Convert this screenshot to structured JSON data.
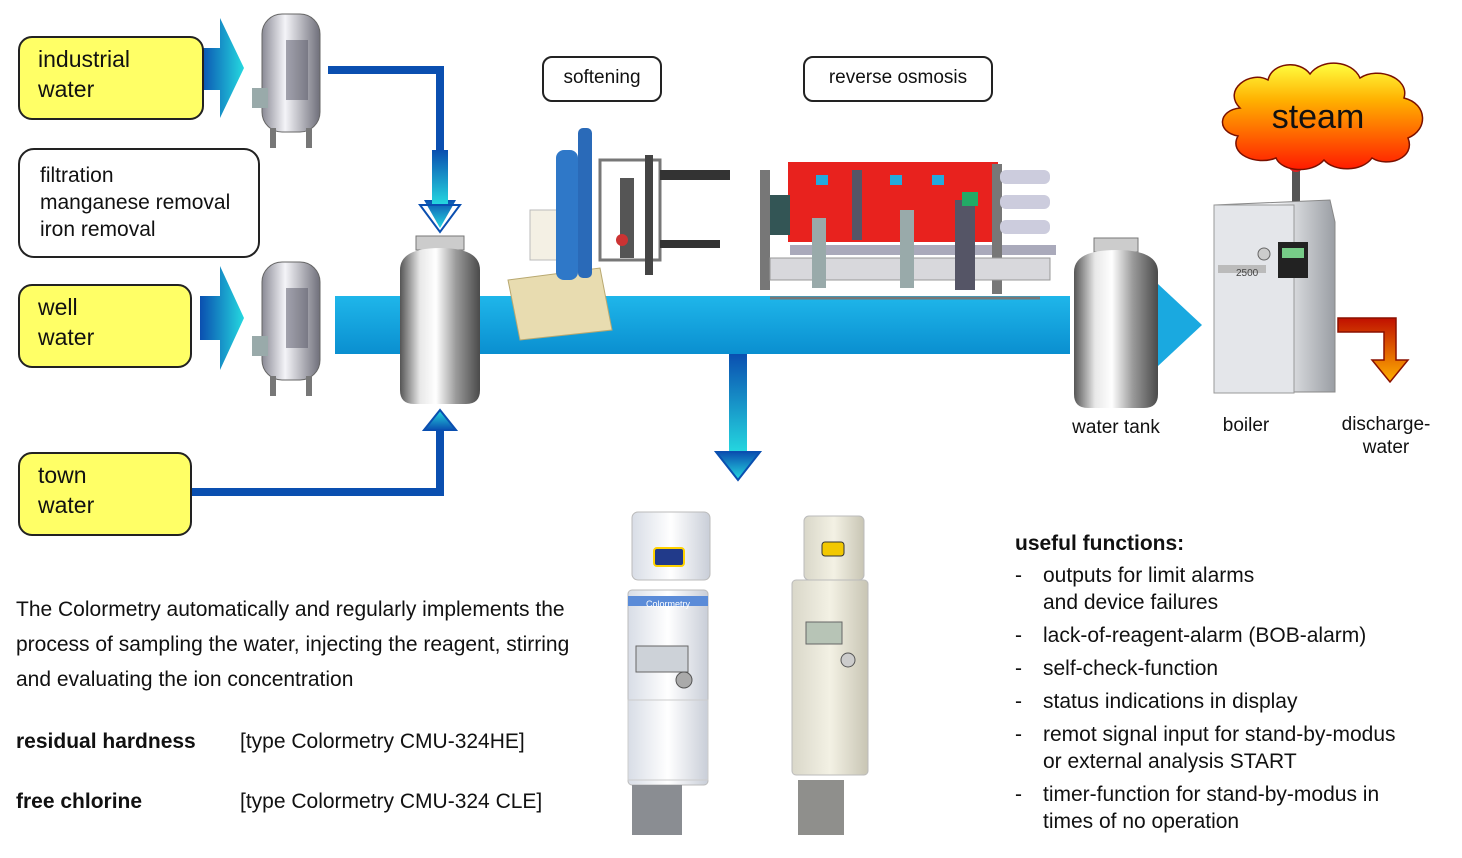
{
  "sources": {
    "industrial_water": "industrial\nwater",
    "well_water": "well\nwater",
    "town_water": "town\nwater"
  },
  "filter_note": [
    "filtration",
    "manganese removal",
    "iron removal"
  ],
  "stages": {
    "softening": "softening",
    "reverse_osmosis": "reverse osmosis"
  },
  "steam_label": "steam",
  "captions": {
    "water_tank": "water tank",
    "boiler": "boiler",
    "discharge_water": "discharge-\nwater",
    "boiler_plate": "2500"
  },
  "description": "The Colormetry automatically and regularly implements the process of sampling the water, injecting the reagent, stirring and evaluating the ion concentration",
  "products": [
    {
      "label": "residual hardness",
      "type": "[type Colormetry CMU-324HE]"
    },
    {
      "label": "free chlorine",
      "type": "[type Colormetry CMU-324 CLE]"
    }
  ],
  "functions": {
    "title": "useful functions:",
    "items": [
      "outputs for limit alarms\nand device failures",
      "lack-of-reagent-alarm (BOB-alarm)",
      "self-check-function",
      "status indications in display",
      "remot signal input for stand-by-modus\nor external analysis START",
      "timer-function for stand-by-modus in\ntimes of no operation"
    ]
  },
  "device_labels": {
    "left": "Colormetry"
  },
  "colors": {
    "pipe": "#1aa9e0",
    "pipe_dark": "#0a4fb0",
    "source_box": "#ffff66",
    "steam_cloud": "#ff2a00",
    "discharge_arrow": "#d42a00"
  }
}
